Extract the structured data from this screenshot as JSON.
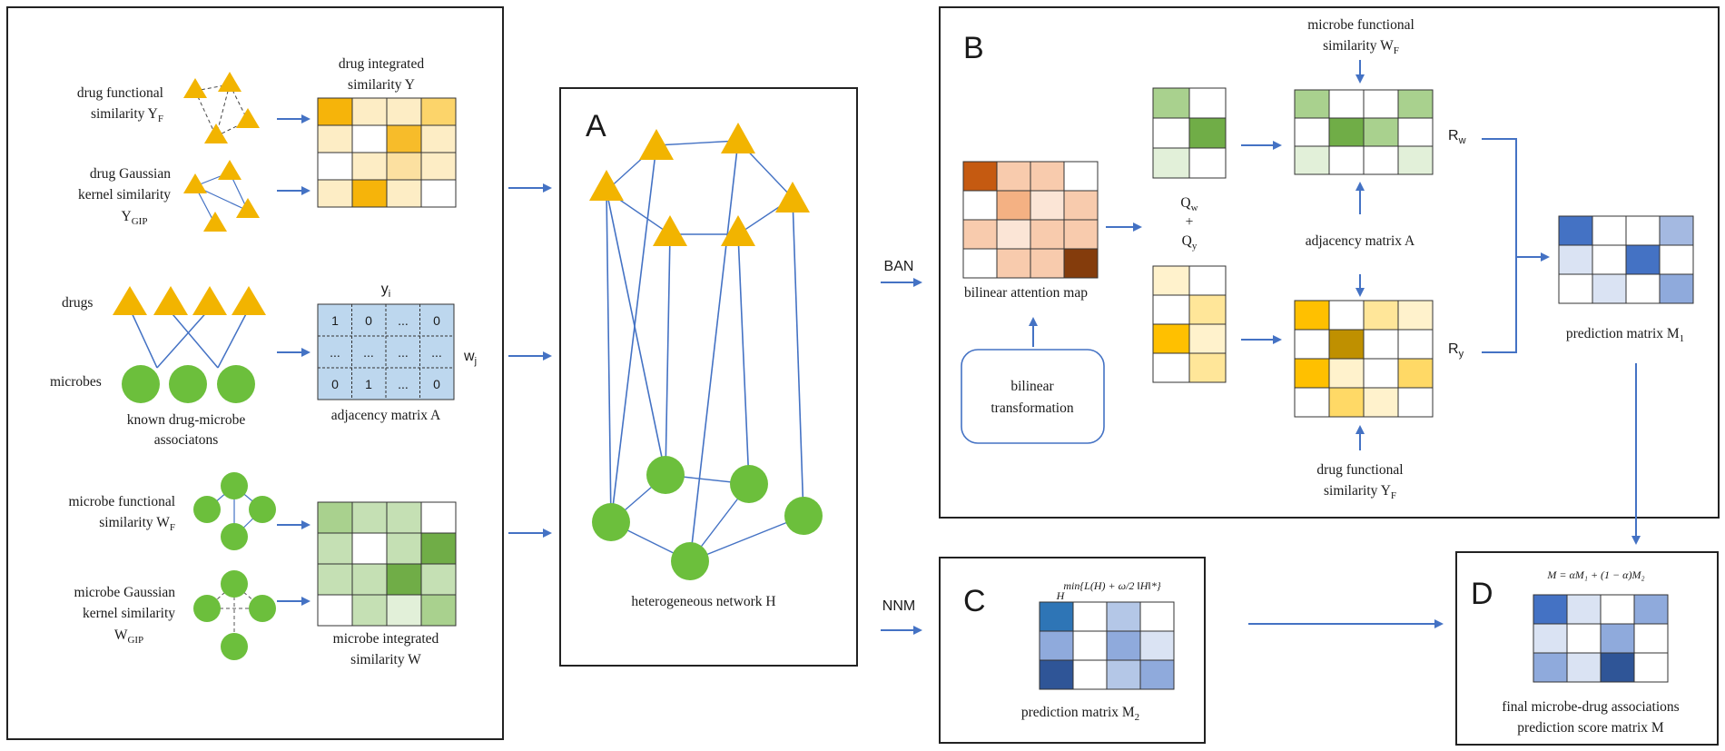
{
  "panels": {
    "A": "A",
    "B": "B",
    "C": "C",
    "D": "D"
  },
  "left": {
    "drug_functional": [
      "drug functional",
      "similarity Y",
      "F"
    ],
    "drug_gaussian": [
      "drug Gaussian",
      "kernel similarity",
      "Y",
      "GIP"
    ],
    "drug_integrated": [
      "drug integrated",
      "similarity Y"
    ],
    "drugs": "drugs",
    "microbes": "microbes",
    "known_assoc": [
      "known drug-microbe",
      "associatons"
    ],
    "adjacency_title": "adjacency matrix A",
    "adj_col_label": "y",
    "adj_col_sub": "i",
    "adj_row_label": "w",
    "adj_row_sub": "j",
    "adj_cells": [
      [
        "1",
        "0",
        "...",
        "0"
      ],
      [
        "...",
        "...",
        "...",
        "..."
      ],
      [
        "0",
        "1",
        "...",
        "0"
      ]
    ],
    "microbe_functional": [
      "microbe functional",
      "similarity W",
      "F"
    ],
    "microbe_gaussian": [
      "microbe Gaussian",
      "kernel similarity",
      "W",
      "GIP"
    ],
    "microbe_integrated": [
      "microbe integrated",
      "similarity W"
    ]
  },
  "network": {
    "title": "heterogeneous network H"
  },
  "arrows": {
    "ban": "BAN",
    "nnm": "NNM"
  },
  "panelB": {
    "bilinear_map": "bilinear attention map",
    "bilinear_transform": [
      "bilinear",
      "transformation"
    ],
    "qw": "Q",
    "qw_sub": "w",
    "plus": "+",
    "qy": "Q",
    "qy_sub": "y",
    "microbe_func": [
      "microbe functional",
      "similarity W",
      "F"
    ],
    "adjacency": "adjacency matrix A",
    "drug_func": [
      "drug functional",
      "similarity Y",
      "F"
    ],
    "rw": "R",
    "rw_sub": "w",
    "ry": "R",
    "ry_sub": "y",
    "prediction_m1": "prediction matrix M",
    "prediction_m1_sub": "1"
  },
  "panelC": {
    "formula": "min{L(H) + ω/2 ‖H‖*}",
    "formula_sub": "H",
    "prediction_m2": "prediction matrix M",
    "prediction_m2_sub": "2"
  },
  "panelD": {
    "formula": "M = αM₁ + (1 − α)M₂",
    "final": [
      "final microbe-drug associations",
      "prediction score matrix M"
    ]
  },
  "colors": {
    "drug_triangle": "#f2b400",
    "microbe_circle": "#6cbf3c",
    "arrow": "#4472c4",
    "edge": "#4472c4"
  }
}
